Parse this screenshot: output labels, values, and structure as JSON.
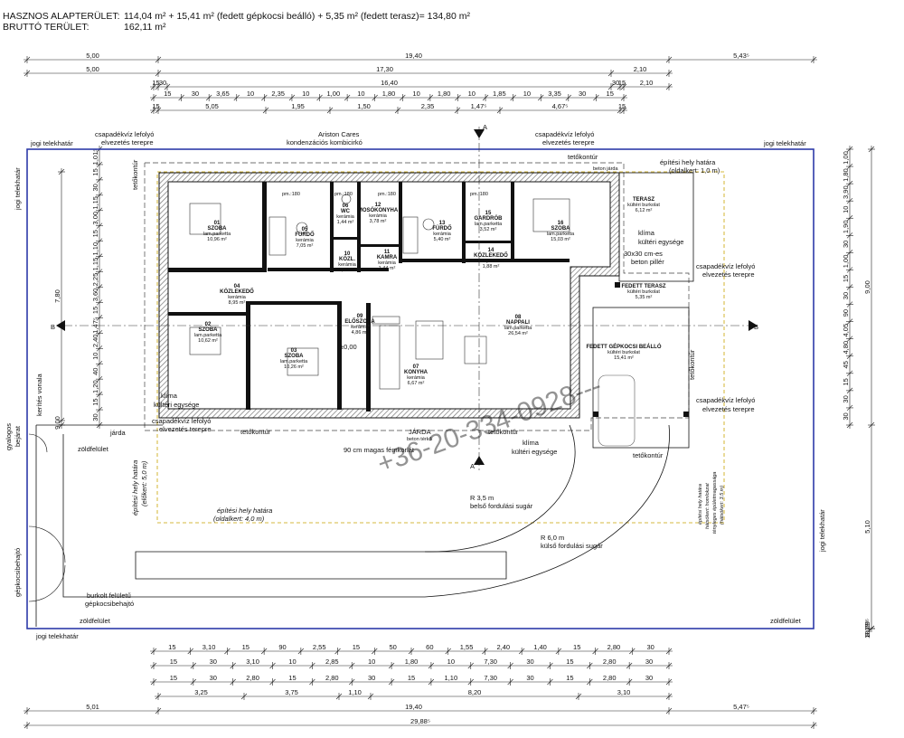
{
  "header": {
    "net_area_label": "HASZNOS ALAPTERÜLET:",
    "net_area_value": "114,04 m² + 15,41 m² (fedett gépkocsi beálló) + 5,35 m² (fedett terasz)= 134,80 m²",
    "gross_area_label": "BRUTTÓ TERÜLET:",
    "gross_area_value": "162,11 m²"
  },
  "colors": {
    "plot_boundary": "#2d3aa8",
    "wall": "#111111",
    "hatch": "#777777"
  },
  "dims": {
    "top1": [
      "5,00",
      "19,40",
      "5,43⁵"
    ],
    "top2": [
      "5,00",
      "17,30",
      "2,10"
    ],
    "top3": [
      "15",
      "30",
      "16,40",
      "30",
      "15",
      "2,10"
    ],
    "top4": [
      "15",
      "30",
      "3,65",
      "10",
      "2,35",
      "10",
      "1,00",
      "10",
      "1,80",
      "10",
      "1,80",
      "10",
      "1,85",
      "10",
      "3,35",
      "30",
      "15"
    ],
    "top5": [
      "15",
      "5,05",
      "1,95",
      "1,50",
      "2,35",
      "1,47⁵",
      "4,67⁵",
      "15"
    ],
    "bot1": [
      "15",
      "3,10",
      "15",
      "90",
      "2,55",
      "15",
      "50",
      "60",
      "1,55",
      "2,40",
      "1,40",
      "15",
      "2,80",
      "30"
    ],
    "bot2": [
      "15",
      "30",
      "3,10",
      "10",
      "2,85",
      "10",
      "1,80",
      "10",
      "7,30",
      "30",
      "15",
      "2,80",
      "30"
    ],
    "bot3": [
      "15",
      "30",
      "2,80",
      "15",
      "2,80",
      "30",
      "15",
      "1,10",
      "7,30",
      "30",
      "15",
      "2,80",
      "30"
    ],
    "bot4": [
      "3,25",
      "3,75",
      "1,10",
      "8,20",
      "3,10"
    ],
    "bot5": [
      "5,01",
      "19,40",
      "5,47⁵"
    ],
    "bot6": [
      "29,88⁵"
    ],
    "left1": [
      "1,01⁵",
      "15",
      "30",
      "1,15",
      "3,00",
      "15",
      "1,10",
      "1,15",
      "2,25",
      "3,60",
      "15",
      "1,47⁵",
      "2,40",
      "10",
      "40",
      "1,20",
      "15",
      "30"
    ],
    "left2": [
      "7,80",
      "9,00"
    ],
    "right1": [
      "1,00",
      "1,80",
      "3,90",
      "10",
      "1,90",
      "30",
      "1,00",
      "15",
      "30",
      "90",
      "4,05",
      "4,80",
      "45",
      "15",
      "30",
      "30"
    ],
    "right2": [
      "9,00",
      "5,10",
      "18,09⁵",
      "8,09⁵"
    ]
  },
  "rooms": [
    {
      "num": "01",
      "name": "SZOBA",
      "floor": "lam.parketta",
      "area": "10,96 m²"
    },
    {
      "num": "02",
      "name": "SZOBA",
      "floor": "lam.parketta",
      "area": "10,62 m²"
    },
    {
      "num": "03",
      "name": "SZOBA",
      "floor": "lam.parketta",
      "area": "10,26 m²"
    },
    {
      "num": "04",
      "name": "KÖZLEKEDŐ",
      "floor": "kerámia",
      "area": "8,95 m²"
    },
    {
      "num": "05",
      "name": "FÜRDŐ",
      "floor": "kerámia",
      "area": "7,05 m²"
    },
    {
      "num": "06",
      "name": "WC",
      "floor": "kerámia",
      "area": "1,44 m²"
    },
    {
      "num": "07",
      "name": "KONYHA",
      "floor": "kerámia",
      "area": "6,67 m²"
    },
    {
      "num": "08",
      "name": "NAPPALI",
      "floor": "lam.parketta",
      "area": "26,54 m²"
    },
    {
      "num": "09",
      "name": "ELŐSZOBA",
      "floor": "kerámia",
      "area": "4,86 m²"
    },
    {
      "num": "10",
      "name": "KÖZL.",
      "floor": "kerámia",
      "area": "1,75 m²"
    },
    {
      "num": "11",
      "name": "KAMRA",
      "floor": "kerámia",
      "area": "1,44 m²"
    },
    {
      "num": "12",
      "name": "MOSÓKONYHA",
      "floor": "kerámia",
      "area": "3,78 m²"
    },
    {
      "num": "13",
      "name": "FÜRDŐ",
      "floor": "kerámia",
      "area": "5,40 m²"
    },
    {
      "num": "14",
      "name": "KÖZLEKEDŐ",
      "floor": "lam.parketta",
      "area": "1,88 m²"
    },
    {
      "num": "15",
      "name": "GARDRÓB",
      "floor": "lam.parketta",
      "area": "3,52 m²"
    },
    {
      "num": "16",
      "name": "SZOBA",
      "floor": "lam.parketta",
      "area": "15,03 m²"
    }
  ],
  "terrace": {
    "name": "TERASZ",
    "floor": "kültéri burkolat",
    "area": "6,12 m²"
  },
  "covered_terrace": {
    "name": "FEDETT TERASZ",
    "floor": "kültéri burkolat",
    "area": "5,35 m²"
  },
  "carport": {
    "name": "FEDETT GÉPKOCSI BEÁLLÓ",
    "floor": "kültéri burkolat",
    "area": "15,41 m²"
  },
  "labels": {
    "jogi_telekhatar": "jogi telekhatár",
    "csapadek": "csapadékvíz lefolyó",
    "csapadek2": "elvezetés terepre",
    "ariston1": "Ariston Cares",
    "ariston2": "kondenzációs kombicirkó",
    "tetokontur": "tetőkontúr",
    "beton_jarda": "beton járda",
    "epitesi_hely": "építési hely határa",
    "oldalkert_1": "(oldalkert: 1,0 m)",
    "elokert_5": "(előkert: 5,0 m)",
    "oldalkert_4": "(oldalkert: 4,0 m)",
    "hatsokert1": "építési hely határa",
    "hatsokert2": "hátsókert: homlokzat",
    "hatsokert3": "tényleges épületmagassága",
    "hatsokert4": "(hátsókert: 3,5 m)",
    "klima": "klíma",
    "kulteri_egyseg": "kültéri egysége",
    "beton_piller1": "30x30 cm-es",
    "beton_piller2": "beton pillér",
    "korlat": "90 cm magas fémkorlát",
    "jarda": "járda",
    "jarda_big": "JÁRDA",
    "beton_terko": "beton térkő",
    "zoldfelulet": "zöldfelület",
    "r35": "R 3,5 m",
    "r35b": "belső fordulási sugár",
    "r60": "R 6,0 m",
    "r60b": "külső fordulási sugár",
    "burkolt1": "burkolt felületű",
    "burkolt2": "gépkocsibehajtó",
    "gyalogos1": "gyalogos",
    "gyalogos2": "bejárat",
    "gepkocsi": "gépkocsibehajtó",
    "kerites": "kerítés vonala",
    "pm180": "pm.:180",
    "zero": "±0,00",
    "section_a": "A",
    "section_b": "B",
    "phone": "+36-20-334-0928---"
  }
}
